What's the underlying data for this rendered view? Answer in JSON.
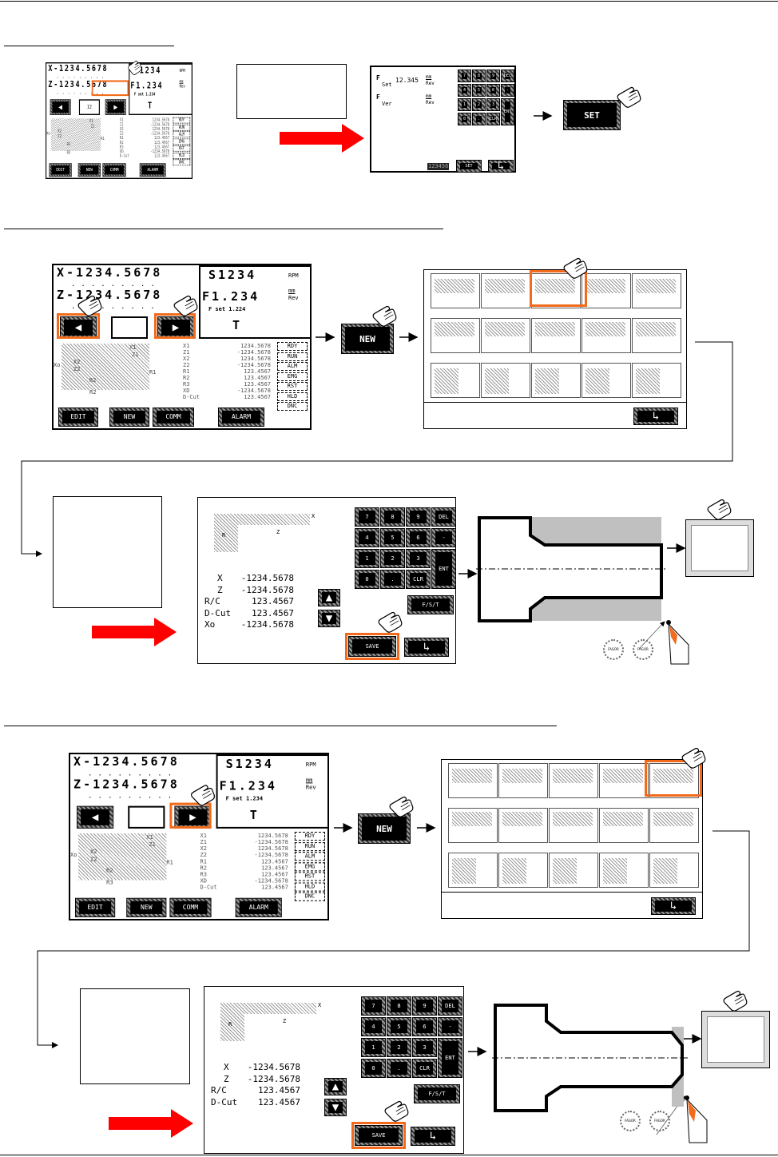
{
  "colors": {
    "highlight": "#f26a1b",
    "red_arrow": "#ff0000",
    "stock": "#c0c0c0"
  },
  "main_screens": [
    {
      "x": "X-1234.5678",
      "z": "Z-1234.5678",
      "s": "S1234",
      "s_unit": "RPM",
      "f": "F1.234",
      "f_unit_top": "mm",
      "f_unit_bottom": "Rev",
      "fset": "F set 1.234",
      "t": "T",
      "page": "12",
      "labels": [
        "X1",
        "Z1",
        "X2",
        "Z2",
        "R1",
        "R2",
        "R3",
        "XD",
        "D-Cut"
      ],
      "values": [
        "1234.5678",
        "-1234.5678",
        "1234.5678",
        "-1234.5678",
        "123.4567",
        "123.4567",
        "123.4567",
        "-1234.5678",
        "123.4567"
      ],
      "status": [
        "RDY",
        "RUN",
        "ALM",
        "EMG",
        "RST",
        "HLD",
        "DNC"
      ],
      "buttons": [
        "EDIT",
        "NEW",
        "COMM",
        "ALARM"
      ],
      "drawing_labels": [
        "X1",
        "Z1",
        "X2",
        "Z2",
        "R1",
        "R2",
        "R3",
        "Xo"
      ]
    },
    {
      "x": "X-1234.5678",
      "z": "Z-1234.5678",
      "s": "S1234",
      "s_unit": "RPM",
      "f": "F1.234",
      "f_unit_top": "mm",
      "f_unit_bottom": "Rev",
      "fset": "F set 1.224",
      "t": "T",
      "page": "",
      "labels": [
        "X1",
        "Z1",
        "X2",
        "Z2",
        "R1",
        "R2",
        "R3",
        "XD",
        "D-Cut"
      ],
      "values": [
        "1234.5678",
        "-1234.5678",
        "1234.5678",
        "-1234.5678",
        "123.4567",
        "123.4567",
        "123.4567",
        "-1234.5678",
        "123.4567"
      ],
      "status": [
        "RDY",
        "RUN",
        "ALM",
        "EMG",
        "RST",
        "HLD",
        "DNC"
      ],
      "buttons": [
        "EDIT",
        "NEW",
        "COMM",
        "ALARM"
      ],
      "drawing_labels": [
        "X1",
        "Z1",
        "X2",
        "Z2",
        "R1",
        "R2",
        "R2",
        "Xo"
      ]
    },
    {
      "x": "X-1234.5678",
      "z": "Z-1234.5678",
      "s": "S1234",
      "s_unit": "RPM",
      "f": "F1.234",
      "f_unit_top": "mm",
      "f_unit_bottom": "Rev",
      "fset": "F set 1.234",
      "t": "T",
      "page": "",
      "labels": [
        "X1",
        "Z1",
        "X2",
        "Z2",
        "R1",
        "R2",
        "R3",
        "XD",
        "D-Cut"
      ],
      "values": [
        "1234.5678",
        "-1234.5678",
        "1234.5678",
        "-1234.5678",
        "123.4567",
        "123.4567",
        "123.4567",
        "-1234.5678",
        "123.4567"
      ],
      "status": [
        "RDY",
        "RUN",
        "ALM",
        "EMG",
        "RST",
        "HLD",
        "DNC"
      ],
      "buttons": [
        "EDIT",
        "NEW",
        "COMM",
        "ALARM"
      ],
      "drawing_labels": [
        "X1",
        "Z1",
        "X2",
        "Z2",
        "R1",
        "R2",
        "R3",
        "Xo"
      ]
    }
  ],
  "feed_screen": {
    "f_label": "F",
    "set_sub": "Set",
    "set_value": "12.345",
    "unit_top": "mm",
    "unit_bottom": "Rev",
    "ver_sub": "Ver",
    "display": "123456",
    "set_button": "SET",
    "keys": [
      "7",
      "8",
      "9",
      "DEL",
      "4",
      "5",
      "6",
      "-",
      "1",
      "2",
      "3",
      "ENT",
      "0",
      ".",
      "CLR"
    ]
  },
  "set_button": "SET",
  "new_button": "NEW",
  "edit_screens": [
    {
      "params": [
        {
          "label": "X",
          "value": "-1234.5678"
        },
        {
          "label": "Z",
          "value": "-1234.5678"
        },
        {
          "label": "R/C",
          "value": "123.4567"
        },
        {
          "label": "D-Cut",
          "value": "123.4567"
        },
        {
          "label": "Xo",
          "value": "-1234.5678"
        }
      ],
      "keys": [
        "7",
        "8",
        "9",
        "DEL",
        "4",
        "5",
        "6",
        "-",
        "1",
        "2",
        "3",
        "ENT",
        "0",
        ".",
        "CLR"
      ],
      "fst": "F/S/T",
      "save": "SAVE",
      "dim_x": "X",
      "dim_z": "Z",
      "dim_r": "R"
    },
    {
      "params": [
        {
          "label": "X",
          "value": "-1234.5678"
        },
        {
          "label": "Z",
          "value": "-1234.5678"
        },
        {
          "label": "R/C",
          "value": "123.4567"
        },
        {
          "label": "D-Cut",
          "value": "123.4567"
        }
      ],
      "keys": [
        "7",
        "8",
        "9",
        "DEL",
        "4",
        "5",
        "6",
        "-",
        "1",
        "2",
        "3",
        "ENT",
        "0",
        ".",
        "CLR"
      ],
      "fst": "F/S/T",
      "save": "SAVE",
      "dim_x": "X",
      "dim_z": "Z",
      "dim_r": "R"
    }
  ],
  "knob_label": "FAGOR"
}
